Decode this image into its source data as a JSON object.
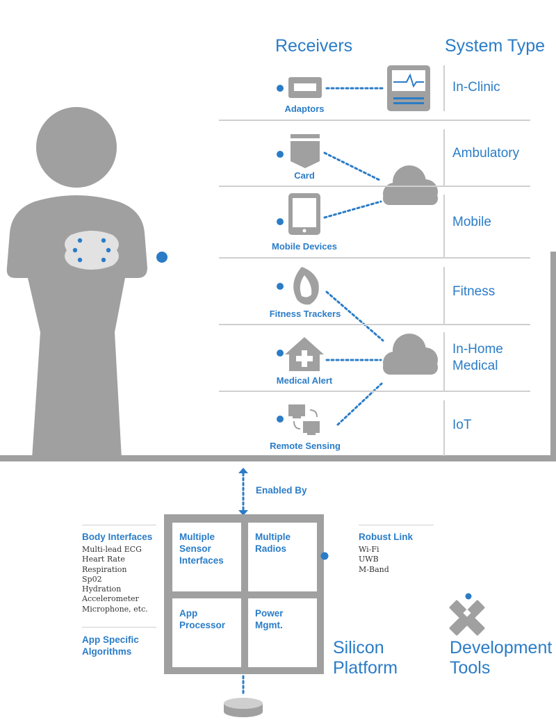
{
  "headers": {
    "receivers": "Receivers",
    "system_type": "System Type"
  },
  "receivers": [
    {
      "label": "Adaptors",
      "icon": "adaptor-icon"
    },
    {
      "label": "Card",
      "icon": "card-icon"
    },
    {
      "label": "Mobile Devices",
      "icon": "tablet-icon"
    },
    {
      "label": "Fitness Trackers",
      "icon": "fitness-tracker-icon"
    },
    {
      "label": "Medical Alert",
      "icon": "medical-alert-house-icon"
    },
    {
      "label": "Remote Sensing",
      "icon": "remote-sensing-icon"
    }
  ],
  "system_types": [
    {
      "line1": "In-Clinic",
      "line2": ""
    },
    {
      "line1": "Ambulatory",
      "line2": ""
    },
    {
      "line1": "Mobile",
      "line2": ""
    },
    {
      "line1": "Fitness",
      "line2": ""
    },
    {
      "line1": "In-Home",
      "line2": "Medical"
    },
    {
      "line1": "IoT",
      "line2": ""
    }
  ],
  "enabled_by": "Enabled By",
  "platform_blocks": [
    {
      "lines": [
        "Multiple",
        "Sensor",
        "Interfaces"
      ]
    },
    {
      "lines": [
        "Multiple",
        "Radios"
      ]
    },
    {
      "lines": [
        "App",
        "Processor"
      ]
    },
    {
      "lines": [
        "Power",
        "Mgmt."
      ]
    }
  ],
  "body_interfaces": {
    "title": "Body Interfaces",
    "items": [
      "Multi-lead ECG",
      "Heart Rate",
      "Respiration",
      "Sp02",
      "Hydration",
      "Accelerometer",
      "Microphone, etc."
    ]
  },
  "app_specific": {
    "line1": "App Specific",
    "line2": "Algorithms"
  },
  "robust_link": {
    "title": "Robust Link",
    "items": [
      "Wi-Fi",
      "UWB",
      "M-Band"
    ]
  },
  "silicon_platform": {
    "line1": "Silicon",
    "line2": "Platform"
  },
  "development_tools": {
    "line1": "Development",
    "line2": "Tools"
  },
  "colors": {
    "accent": "#2a7cc7",
    "gray": "#a0a0a0",
    "light_gray": "#cfcfcf"
  }
}
